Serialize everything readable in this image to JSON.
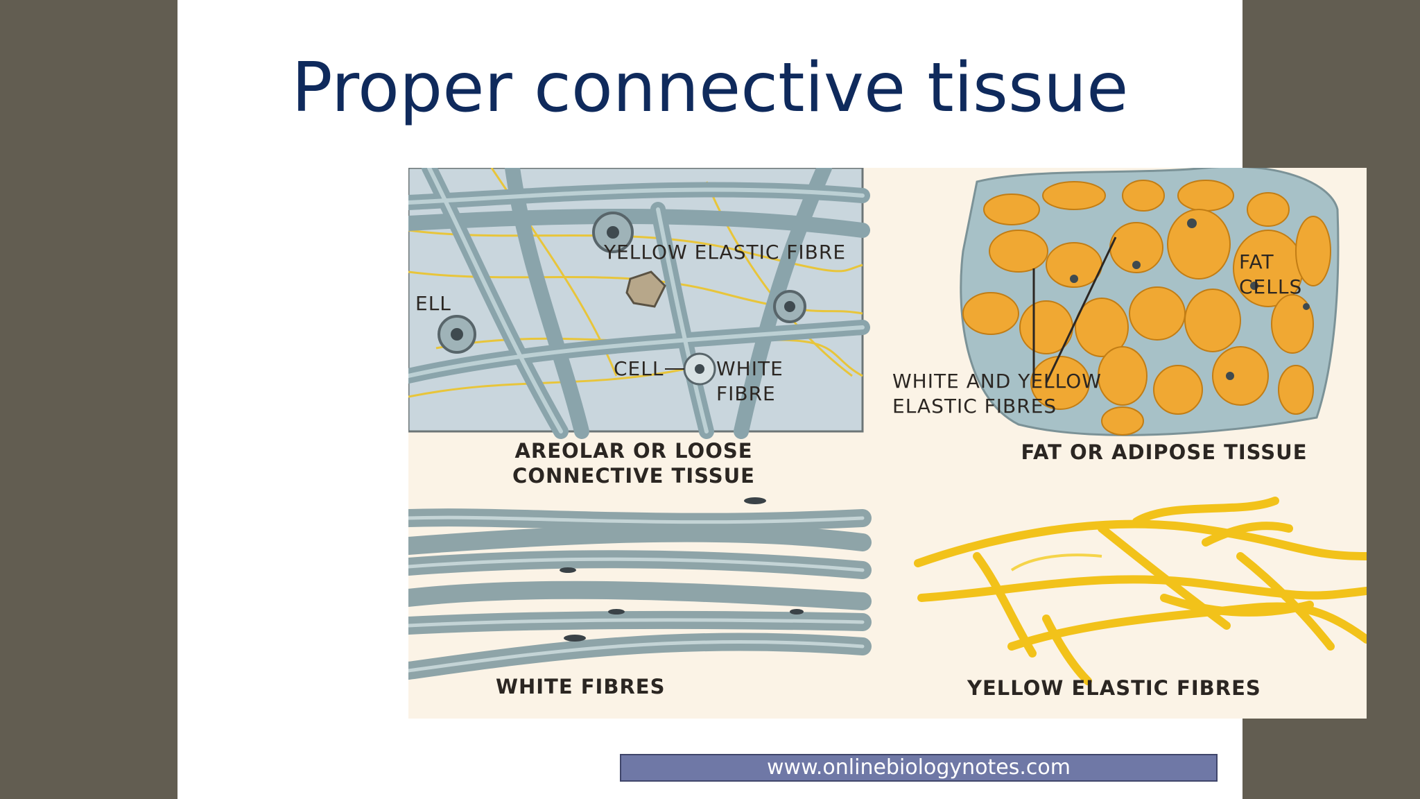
{
  "slide": {
    "title": "Proper connective tissue",
    "footer_url": "www.onlinebiologynotes.com"
  },
  "figure": {
    "areolar": {
      "caption_line1": "AREOLAR OR LOOSE",
      "caption_line2": "CONNECTIVE TISSUE",
      "label_yellow_elastic_fibre": "YELLOW ELASTIC FIBRE",
      "label_cell_left": "ELL",
      "label_cell": "CELL",
      "label_white_fibre_line1": "WHITE",
      "label_white_fibre_line2": "FIBRE"
    },
    "adipose": {
      "caption": "FAT OR ADIPOSE TISSUE",
      "label_fat_cells_line1": "FAT",
      "label_fat_cells_line2": "CELLS",
      "label_fibres_line1": "WHITE AND YELLOW",
      "label_fibres_line2": "ELASTIC FIBRES"
    },
    "white_fibres": {
      "caption": "WHITE FIBRES"
    },
    "yellow_fibres": {
      "caption": "YELLOW ELASTIC FIBRES"
    }
  },
  "colors": {
    "title": "#0f2a5c",
    "frame": "#625d51",
    "fibre_white": "#9ab3b8",
    "fibre_yellow": "#f2c21a",
    "fat_cell": "#f0a833",
    "footer_bar": "#6f78a6"
  }
}
